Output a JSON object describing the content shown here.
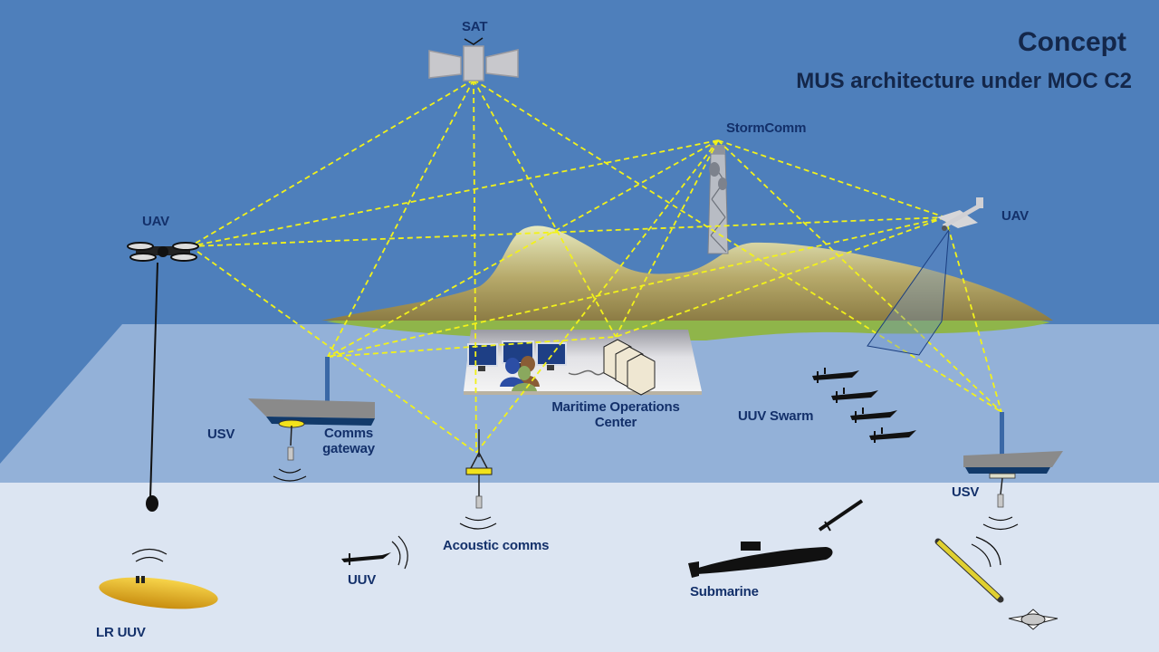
{
  "header": {
    "title": "Concept",
    "subtitle": "MUS architecture under MOC C2"
  },
  "colors": {
    "sky": "#4e7fbb",
    "sea_surface": "#93b1d8",
    "underwater": "#dce5f2",
    "label_text": "#13306a",
    "title_text": "#14274a",
    "comm_link": "#f2f21a",
    "island_top": "#e2e6b4",
    "island_bottom": "#8f7f45",
    "shore": "#8fb54a",
    "hull_gray": "#8a8a8a",
    "hull_navy": "#123a6a",
    "lr_uuv_yellow": "#e8b21a"
  },
  "nodes": {
    "sat": {
      "label": "SAT"
    },
    "stormcomm": {
      "label": "StormComm"
    },
    "uav_left": {
      "label": "UAV"
    },
    "uav_right": {
      "label": "UAV"
    },
    "moc": {
      "label_line1": "Maritime Operations",
      "label_line2": "Center"
    },
    "usv_left": {
      "label": "USV",
      "gateway_line1": "Comms",
      "gateway_line2": "gateway"
    },
    "usv_right": {
      "label": "USV"
    },
    "acoustic": {
      "label": "Acoustic comms"
    },
    "uuv_swarm": {
      "label": "UUV Swarm",
      "count": 4
    },
    "uuv": {
      "label": "UUV"
    },
    "lr_uuv": {
      "label": "LR UUV"
    },
    "submarine": {
      "label": "Submarine"
    }
  },
  "links": [
    [
      "sat",
      "usv_left"
    ],
    [
      "sat",
      "acoustic"
    ],
    [
      "sat",
      "moc"
    ],
    [
      "sat",
      "usv_right"
    ],
    [
      "sat",
      "uav_left"
    ],
    [
      "stormcomm",
      "uav_left"
    ],
    [
      "stormcomm",
      "usv_left"
    ],
    [
      "stormcomm",
      "acoustic"
    ],
    [
      "stormcomm",
      "moc"
    ],
    [
      "stormcomm",
      "uav_right"
    ],
    [
      "stormcomm",
      "usv_right"
    ],
    [
      "uav_left",
      "acoustic"
    ],
    [
      "uav_left",
      "uav_right"
    ],
    [
      "uav_right",
      "usv_left"
    ],
    [
      "uav_right",
      "moc"
    ],
    [
      "uav_right",
      "usv_right"
    ],
    [
      "usv_left",
      "moc"
    ]
  ]
}
